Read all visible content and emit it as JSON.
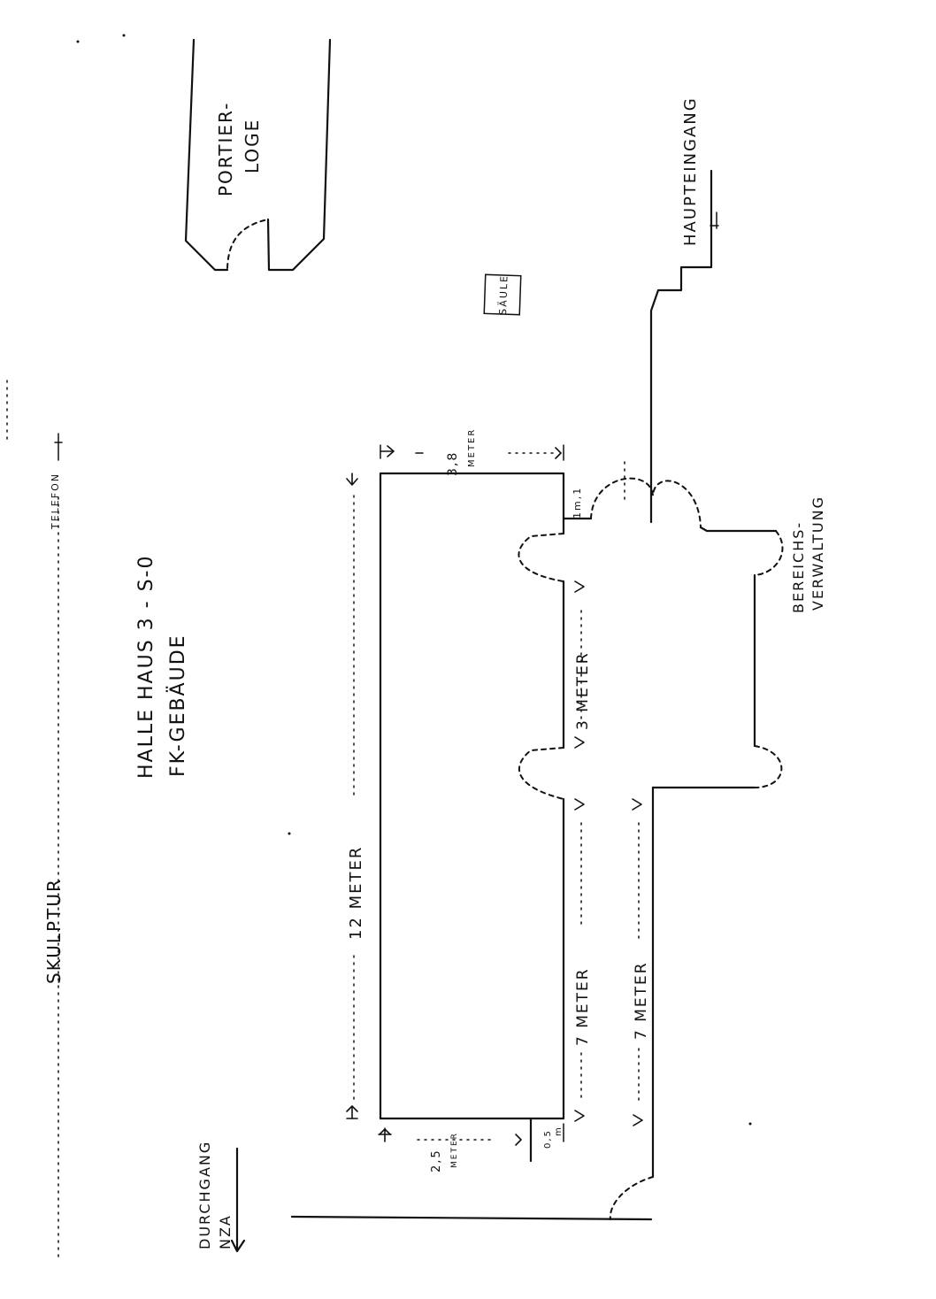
{
  "labels": {
    "portier_line1": "PORTIER-",
    "portier_line2": "LOGE",
    "haupteingang": "HAUPTEINGANG",
    "saeule": "SÄULE",
    "telefon": "TELEFON",
    "skulptur": "SKULPTUR",
    "halle_line1": "HALLE HAUS 3 - S-0",
    "halle_line2": "FK-GEBÄUDE",
    "bereichs_line1": "BEREICHS-",
    "bereichs_line2": "VERWALTUNG",
    "durchgang_line1": "DURCHGANG",
    "durchgang_line2": "NZA"
  },
  "dimensions": {
    "d_3_8_value": "3,8",
    "d_3_8_unit": "METER",
    "d_1m1": "1m,1",
    "d_12": "12 METER",
    "d_3": "3 METER",
    "d_7a": "7 METER",
    "d_7b": "7 METER",
    "d_2_5_value": "2,5",
    "d_2_5_unit": "METER",
    "d_0_5_value": "0,5",
    "d_0_5_unit": "m"
  }
}
